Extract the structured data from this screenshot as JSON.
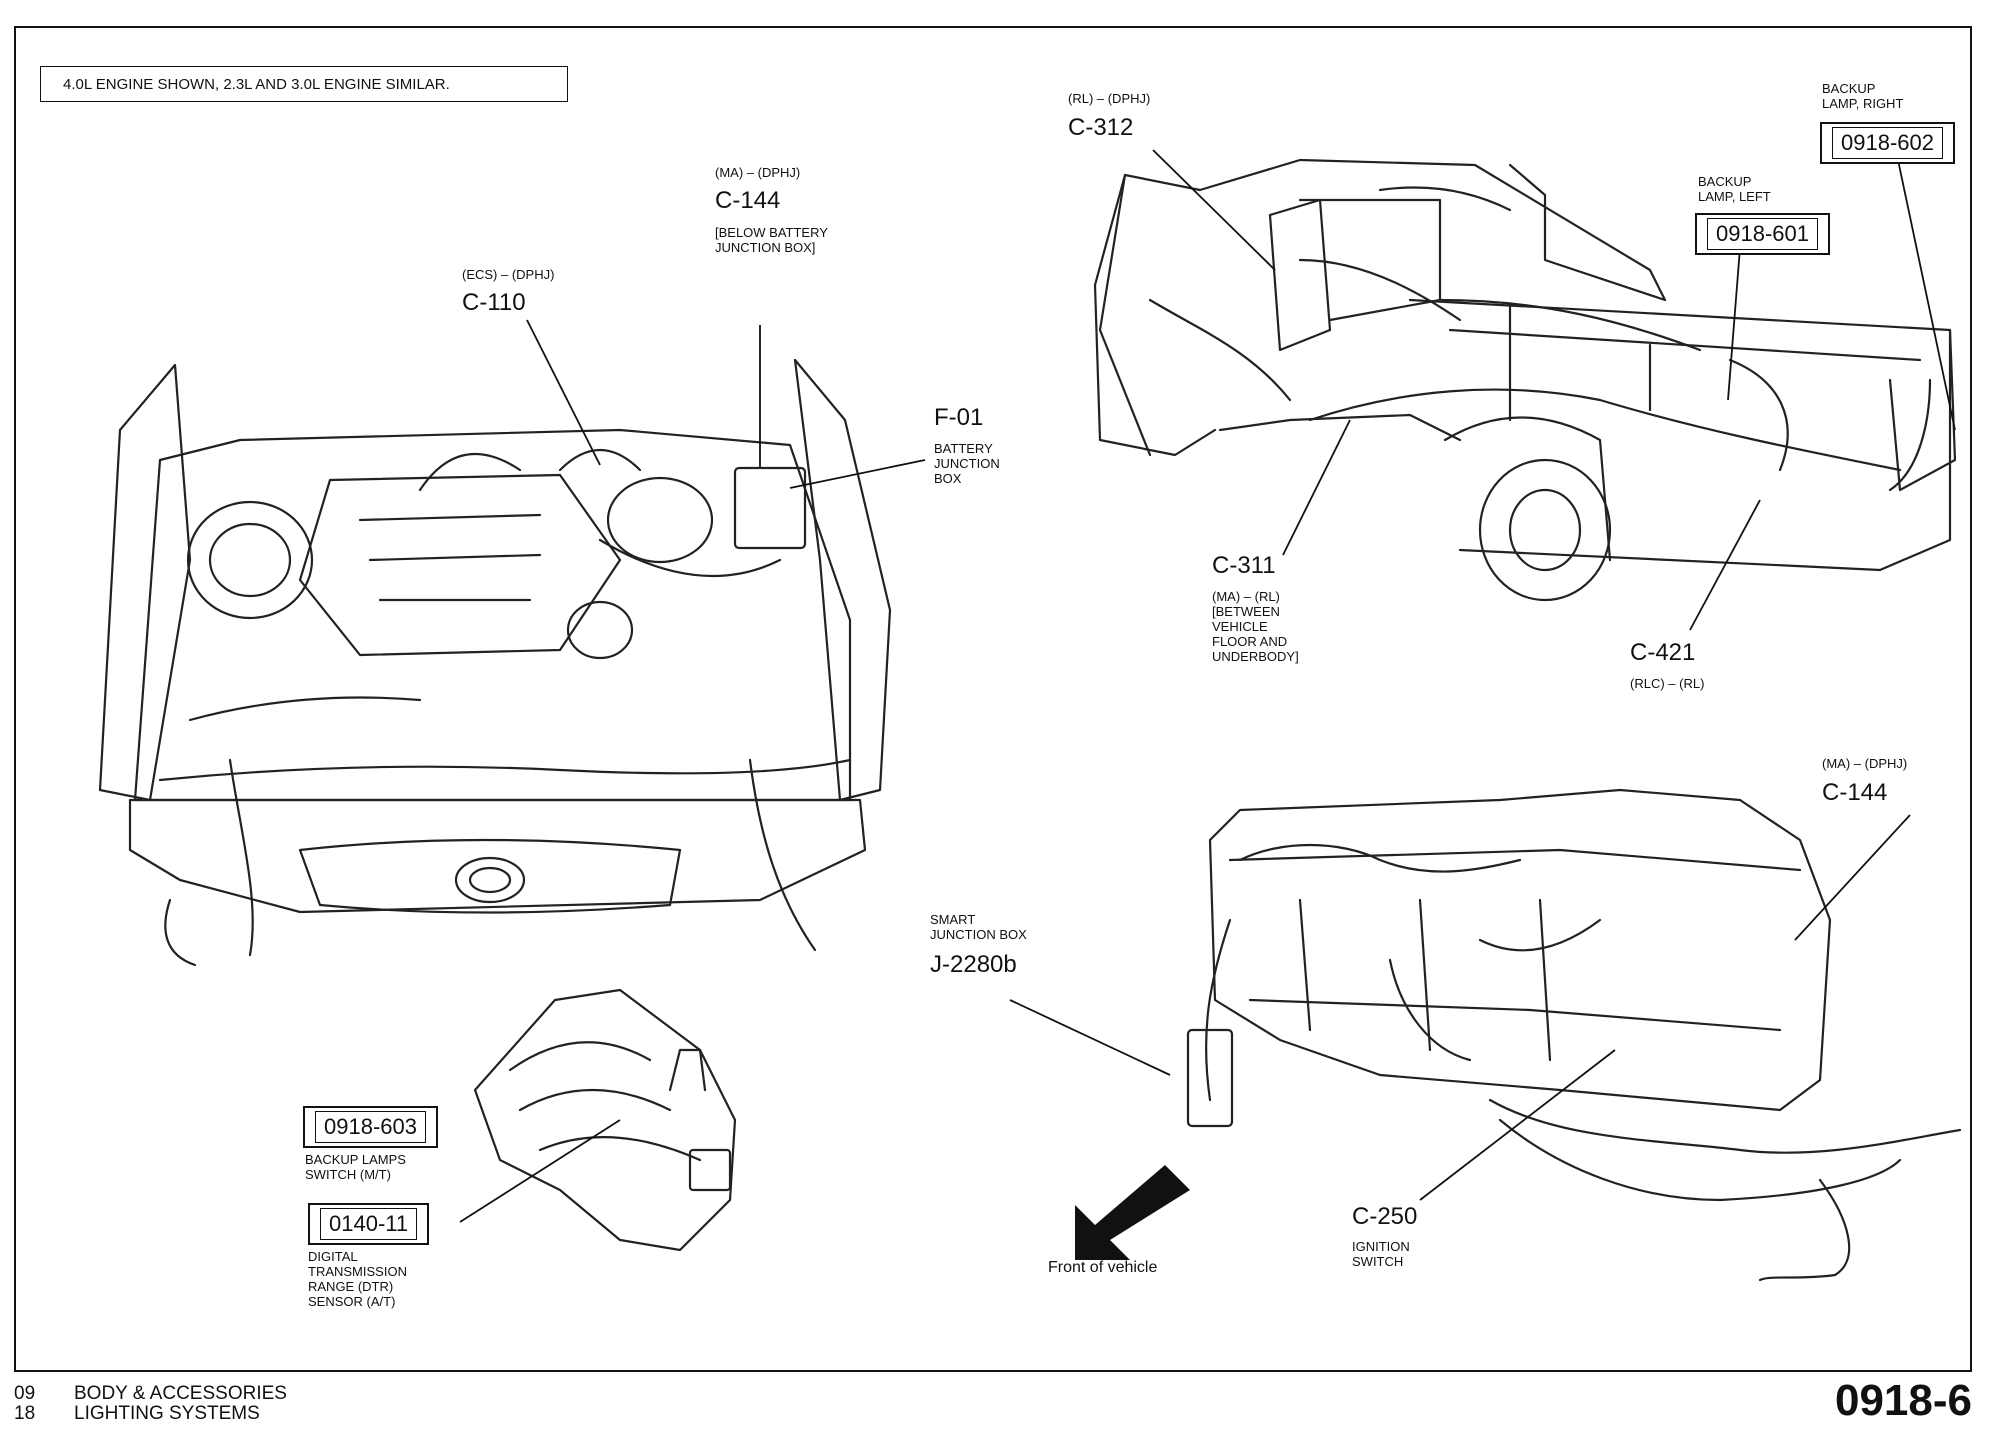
{
  "note": "4.0L ENGINE SHOWN, 2.3L AND 3.0L ENGINE SIMILAR.",
  "callouts": {
    "c144_top": {
      "tag": "(MA) – (DPHJ)",
      "id": "C-144",
      "desc1": "[BELOW BATTERY",
      "desc2": "JUNCTION BOX]"
    },
    "c110": {
      "tag": "(ECS) – (DPHJ)",
      "id": "C-110"
    },
    "f01": {
      "id": "F-01",
      "desc1": "BATTERY",
      "desc2": "JUNCTION",
      "desc3": "BOX"
    },
    "c312": {
      "tag": "(RL) – (DPHJ)",
      "id": "C-312"
    },
    "backup_right": {
      "label1": "BACKUP",
      "label2": "LAMP, RIGHT",
      "ref": "0918-602"
    },
    "backup_left": {
      "label1": "BACKUP",
      "label2": "LAMP, LEFT",
      "ref": "0918-601"
    },
    "c311": {
      "id": "C-311",
      "tag": "(MA) – (RL)",
      "desc1": "[BETWEEN",
      "desc2": "VEHICLE",
      "desc3": "FLOOR AND",
      "desc4": "UNDERBODY]"
    },
    "c421": {
      "id": "C-421",
      "tag": "(RLC) – (RL)"
    },
    "c144_bottom": {
      "tag": "(MA) – (DPHJ)",
      "id": "C-144"
    },
    "smart_jb": {
      "label1": "SMART",
      "label2": "JUNCTION BOX",
      "id": "J-2280b"
    },
    "c250": {
      "id": "C-250",
      "desc1": "IGNITION",
      "desc2": "SWITCH"
    },
    "switch_mt": {
      "ref": "0918-603",
      "label1": "BACKUP LAMPS",
      "label2": "SWITCH (M/T)"
    },
    "dtr": {
      "ref": "0140-11",
      "label1": "DIGITAL",
      "label2": "TRANSMISSION",
      "label3": "RANGE (DTR)",
      "label4": "SENSOR (A/T)"
    },
    "front": {
      "label": "Front of vehicle"
    }
  },
  "footer": {
    "line1_num": "09",
    "line1_text": "BODY & ACCESSORIES",
    "line2_num": "18",
    "line2_text": "LIGHTING SYSTEMS",
    "page": "0918-6"
  }
}
